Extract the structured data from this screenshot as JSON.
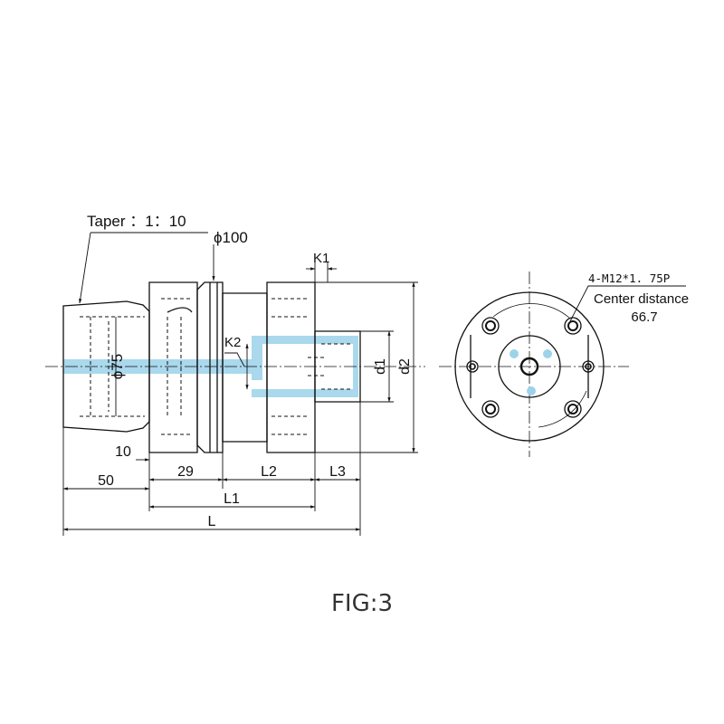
{
  "side_view": {
    "taper_label": "Taper ：1：10",
    "dia100_label": "ϕ100",
    "dia75_label": "ϕ75",
    "k1_label": "K1",
    "k2_label": "K2",
    "d1_label": "d1",
    "d2_label": "d2",
    "dim_10": "10",
    "dim_50": "50",
    "dim_29": "29",
    "dim_L2": "L2",
    "dim_L3": "L3",
    "dim_L1": "L1",
    "dim_L": "L"
  },
  "front_view": {
    "thread_spec": "4-M12*1. 75P",
    "center_distance_label": "Center distance",
    "center_distance_value": "66.7"
  },
  "figure_caption": "FIG:3",
  "colors": {
    "line": "#111111",
    "coolant_channel": "#aad8ec",
    "coolant_dot": "#9dd3ea"
  }
}
